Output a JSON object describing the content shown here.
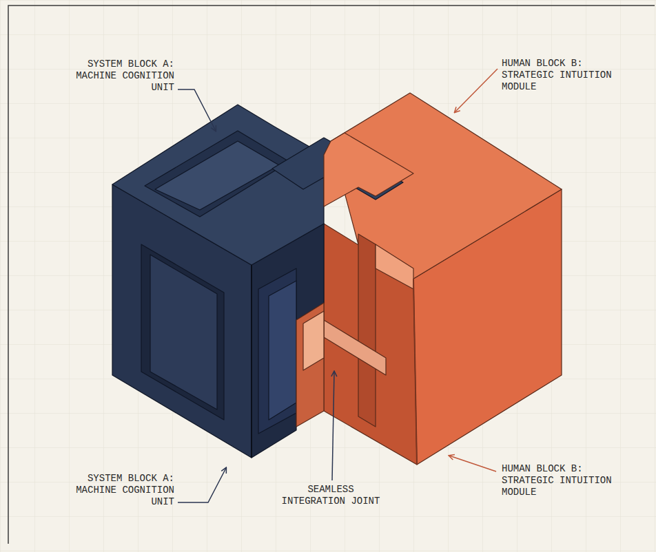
{
  "diagram": {
    "labels": [
      "SYSTEM BLOCK A: MACHINE COGNITION UNIT",
      "HUMAN BLOCK B: STRATEGIC INTUITION MODULE",
      "SYSTEM BLOCK A: MACHINE COGNITION UNIT",
      "SEAMLESS INTEGRATION JOINT",
      "HUMAN BLOCK B: STRATEGIC INTUITION MODULE"
    ]
  }
}
